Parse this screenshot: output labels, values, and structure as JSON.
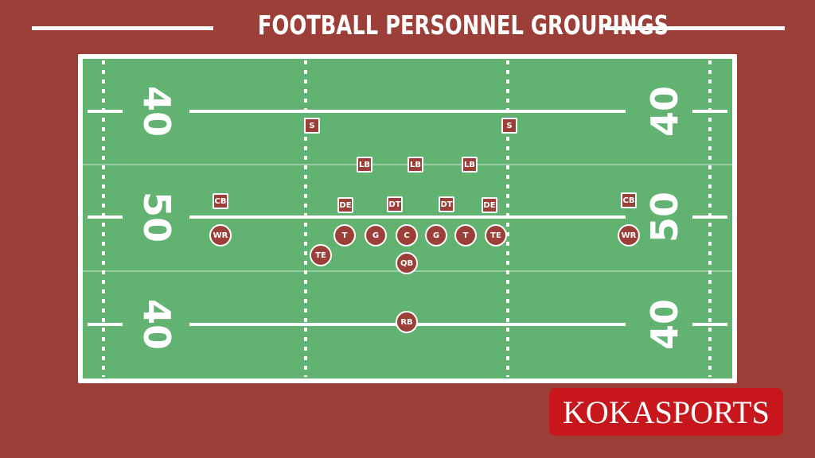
{
  "header": {
    "title": "FOOTBALL PERSONNEL GROUPINGS"
  },
  "field": {
    "yard_numbers": {
      "left_top": "40",
      "left_middle": "50",
      "left_bottom": "40",
      "right_top": "40",
      "right_middle": "50",
      "right_bottom": "40"
    }
  },
  "defense": [
    {
      "label": "S"
    },
    {
      "label": "S"
    },
    {
      "label": "LB"
    },
    {
      "label": "LB"
    },
    {
      "label": "LB"
    },
    {
      "label": "CB"
    },
    {
      "label": "DE"
    },
    {
      "label": "DT"
    },
    {
      "label": "DT"
    },
    {
      "label": "DE"
    },
    {
      "label": "CB"
    }
  ],
  "offense": [
    {
      "label": "WR"
    },
    {
      "label": "T"
    },
    {
      "label": "G"
    },
    {
      "label": "C"
    },
    {
      "label": "G"
    },
    {
      "label": "T"
    },
    {
      "label": "TE"
    },
    {
      "label": "WR"
    },
    {
      "label": "TE"
    },
    {
      "label": "QB"
    },
    {
      "label": "RB"
    }
  ],
  "brand": {
    "name": "KOKASPORTS"
  },
  "colors": {
    "background": "#9b3f38",
    "field": "#62b272",
    "line": "#ffffff",
    "brand_badge": "#c8171c"
  }
}
